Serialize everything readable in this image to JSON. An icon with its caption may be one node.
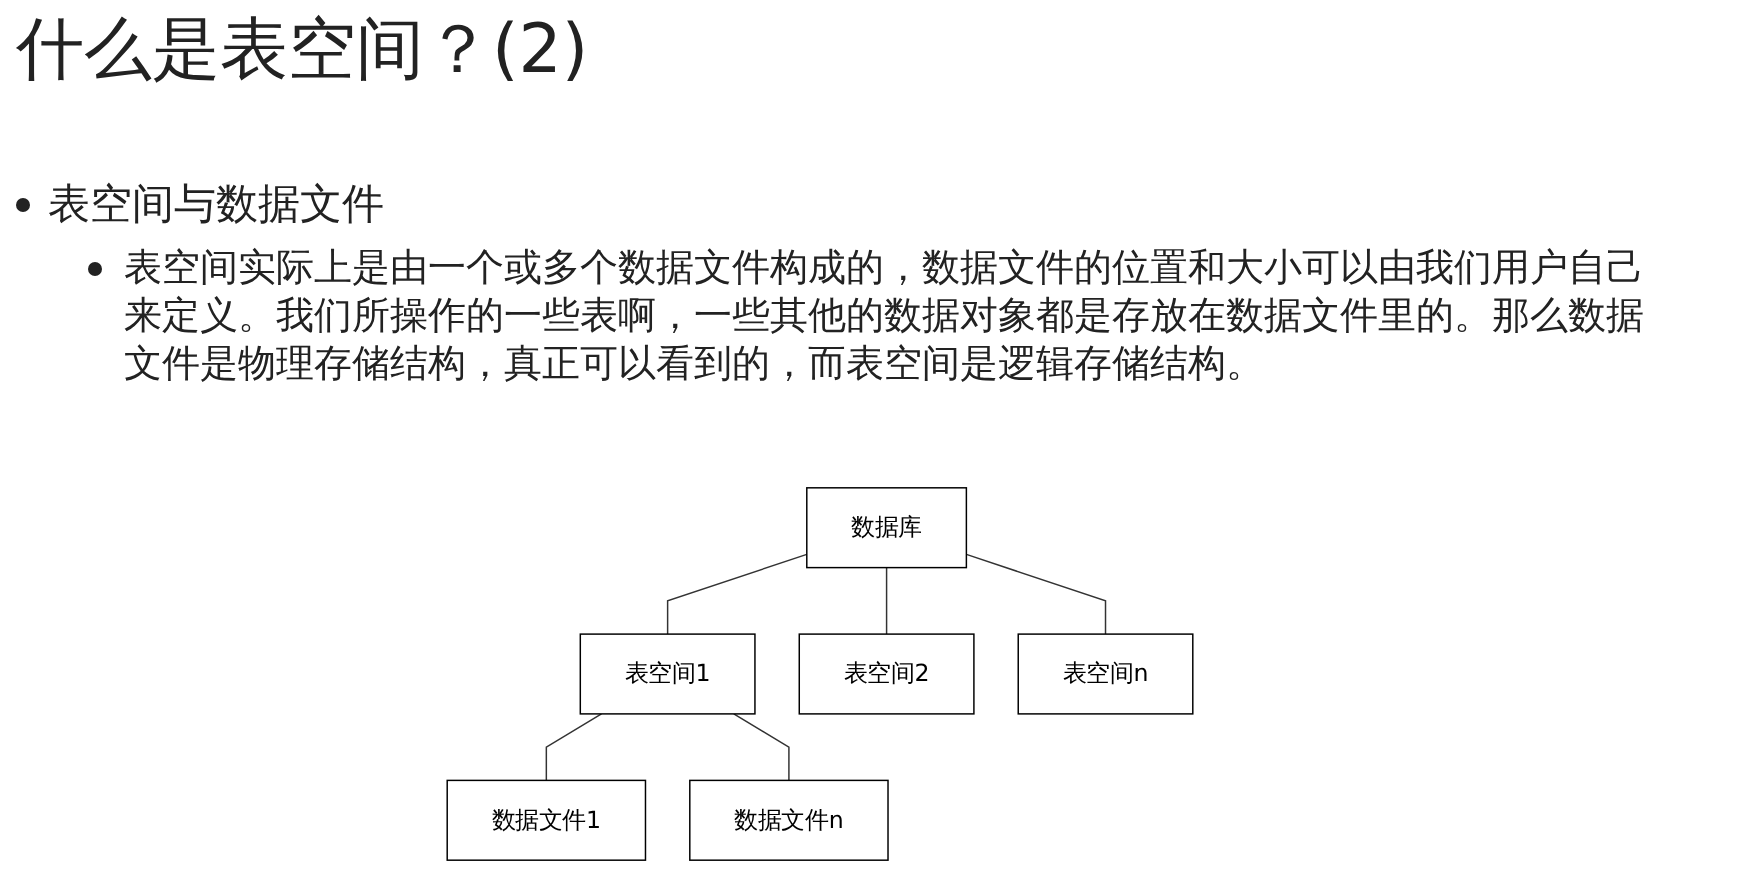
{
  "diagram": {
    "title": "什么是表空间？(2)",
    "nodes": [
      {
        "text": [
          "数据库"
        ]
      },
      {
        "text": [
          "表空间1"
        ]
      },
      {
        "text": [
          "表空间2"
        ]
      },
      {
        "text": [
          "表空间n"
        ]
      },
      {
        "text": [
          "数据文件1"
        ]
      },
      {
        "text": [
          "数据文件n"
        ]
      }
    ],
    "edges": [
      {
        "from": 0,
        "to": 1,
        "arrow": "none"
      },
      {
        "from": 0,
        "to": 2,
        "arrow": "none"
      },
      {
        "from": 0,
        "to": 3,
        "arrow": "none"
      },
      {
        "from": 1,
        "to": 4,
        "arrow": "none"
      },
      {
        "from": 1,
        "to": 5,
        "arrow": "none"
      }
    ],
    "labels": [
      "表空间与数据文件",
      "表空间实际上是由一个或多个数据文件构成的，数据文件的位置和大小可以由我们用户自己来定义。我们所操作的一些表啊，一些其他的数据对象都是存放在数据文件里的。那么数据文件是物理存储结构，真正可以看到的，而表空间是逻辑存储结构。"
    ]
  }
}
